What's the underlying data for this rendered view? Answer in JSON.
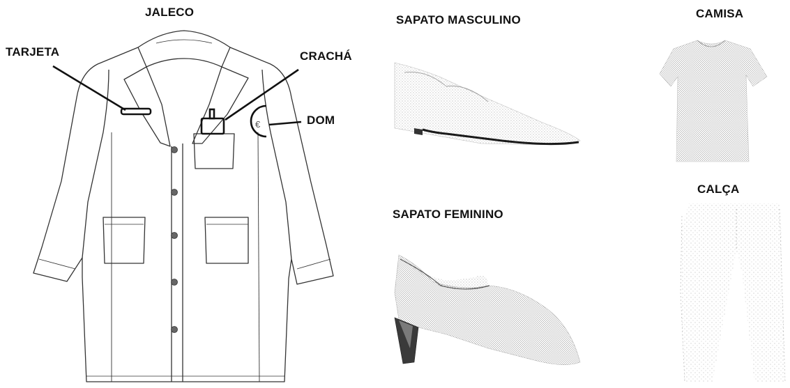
{
  "jaleco": {
    "title": "JALECO",
    "labels": {
      "tarjeta": "TARJETA",
      "cracha": "CRACHÁ",
      "dom": "DOM"
    }
  },
  "sapato_masculino": {
    "title": "SAPATO MASCULINO"
  },
  "sapato_feminino": {
    "title": "SAPATO FEMININO"
  },
  "camisa": {
    "title": "CAMISA"
  },
  "calca": {
    "title": "CALÇA"
  },
  "colors": {
    "line": "#222222",
    "stipple": "#9a9a9a",
    "background": "#ffffff"
  }
}
